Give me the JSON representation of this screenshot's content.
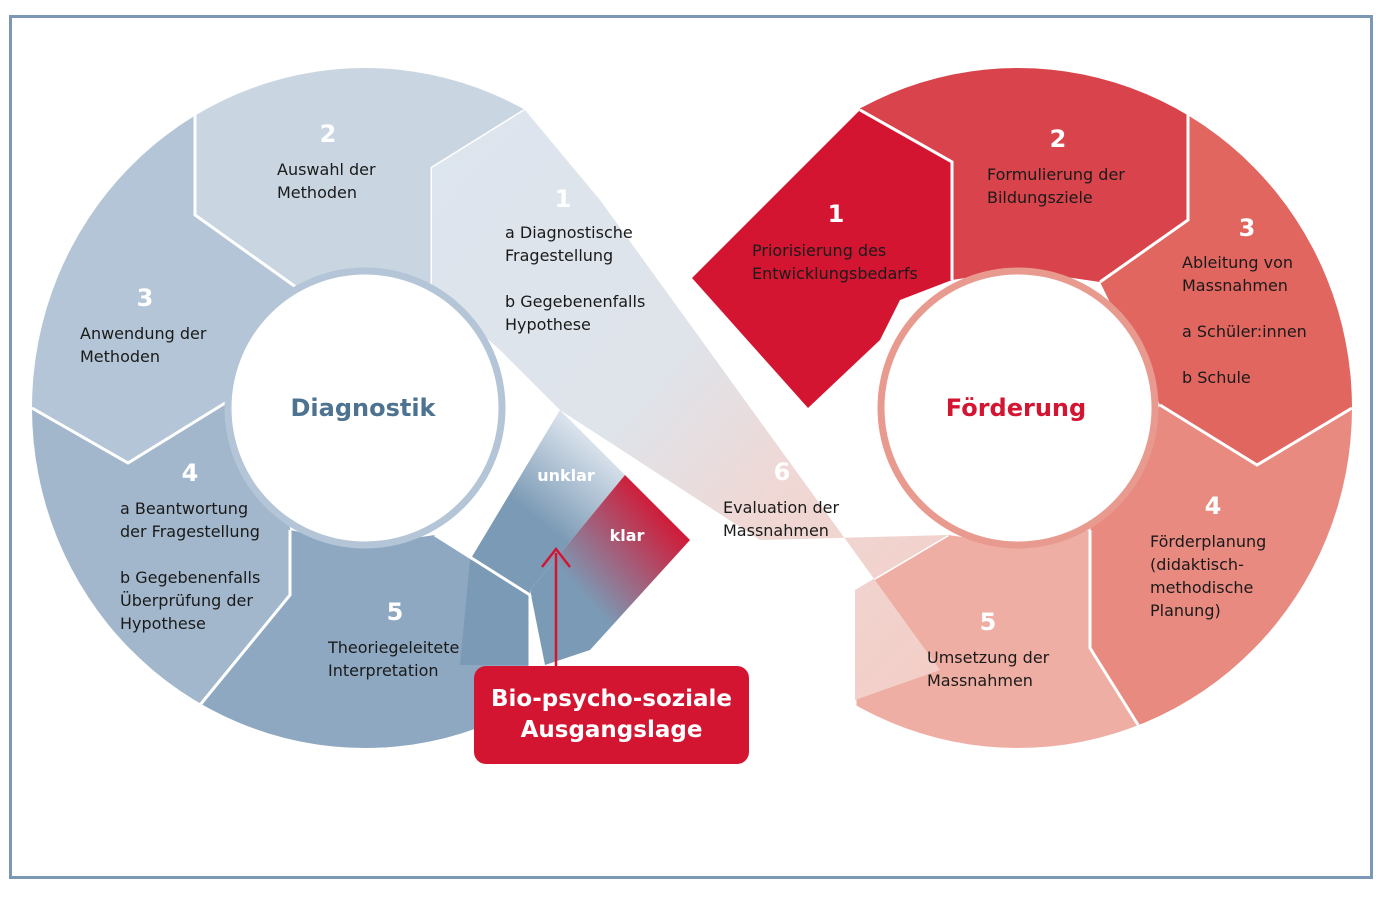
{
  "diagnostik": {
    "title": "Diagnostik",
    "color": "#4d7391",
    "segments": [
      {
        "number": "1",
        "lines": [
          "a Diagnostische",
          "Fragestellung",
          "",
          "b Gegebenenfalls",
          "Hypothese"
        ]
      },
      {
        "number": "2",
        "lines": [
          "Auswahl der",
          "Methoden"
        ]
      },
      {
        "number": "3",
        "lines": [
          "Anwendung der",
          "Methoden"
        ]
      },
      {
        "number": "4",
        "lines": [
          "a Beantwortung",
          "der Fragestellung",
          "",
          "b Gegebenenfalls",
          "Überprüfung der",
          "Hypothese"
        ]
      },
      {
        "number": "5",
        "lines": [
          "Theoriegeleitete",
          "Interpretation"
        ]
      }
    ]
  },
  "foerderung": {
    "title": "Förderung",
    "color": "#d41532",
    "segments": [
      {
        "number": "1",
        "lines": [
          "Priorisierung des",
          "Entwicklungsbedarfs"
        ]
      },
      {
        "number": "2",
        "lines": [
          "Formulierung der",
          "Bildungsziele"
        ]
      },
      {
        "number": "3",
        "lines": [
          "Ableitung von",
          "Massnahmen",
          "",
          "a Schüler:innen",
          "",
          "b Schule"
        ]
      },
      {
        "number": "4",
        "lines": [
          "Förderplanung",
          "(didaktisch-",
          "methodische",
          "Planung)"
        ]
      },
      {
        "number": "5",
        "lines": [
          "Umsetzung der",
          "Massnahmen"
        ]
      },
      {
        "number": "6",
        "lines": [
          "Evaluation der",
          "Massnahmen"
        ]
      }
    ]
  },
  "branches": {
    "unclear": "unklar",
    "clear": "klar"
  },
  "start_box": {
    "line1": "Bio-psycho-soziale",
    "line2": "Ausgangslage"
  }
}
